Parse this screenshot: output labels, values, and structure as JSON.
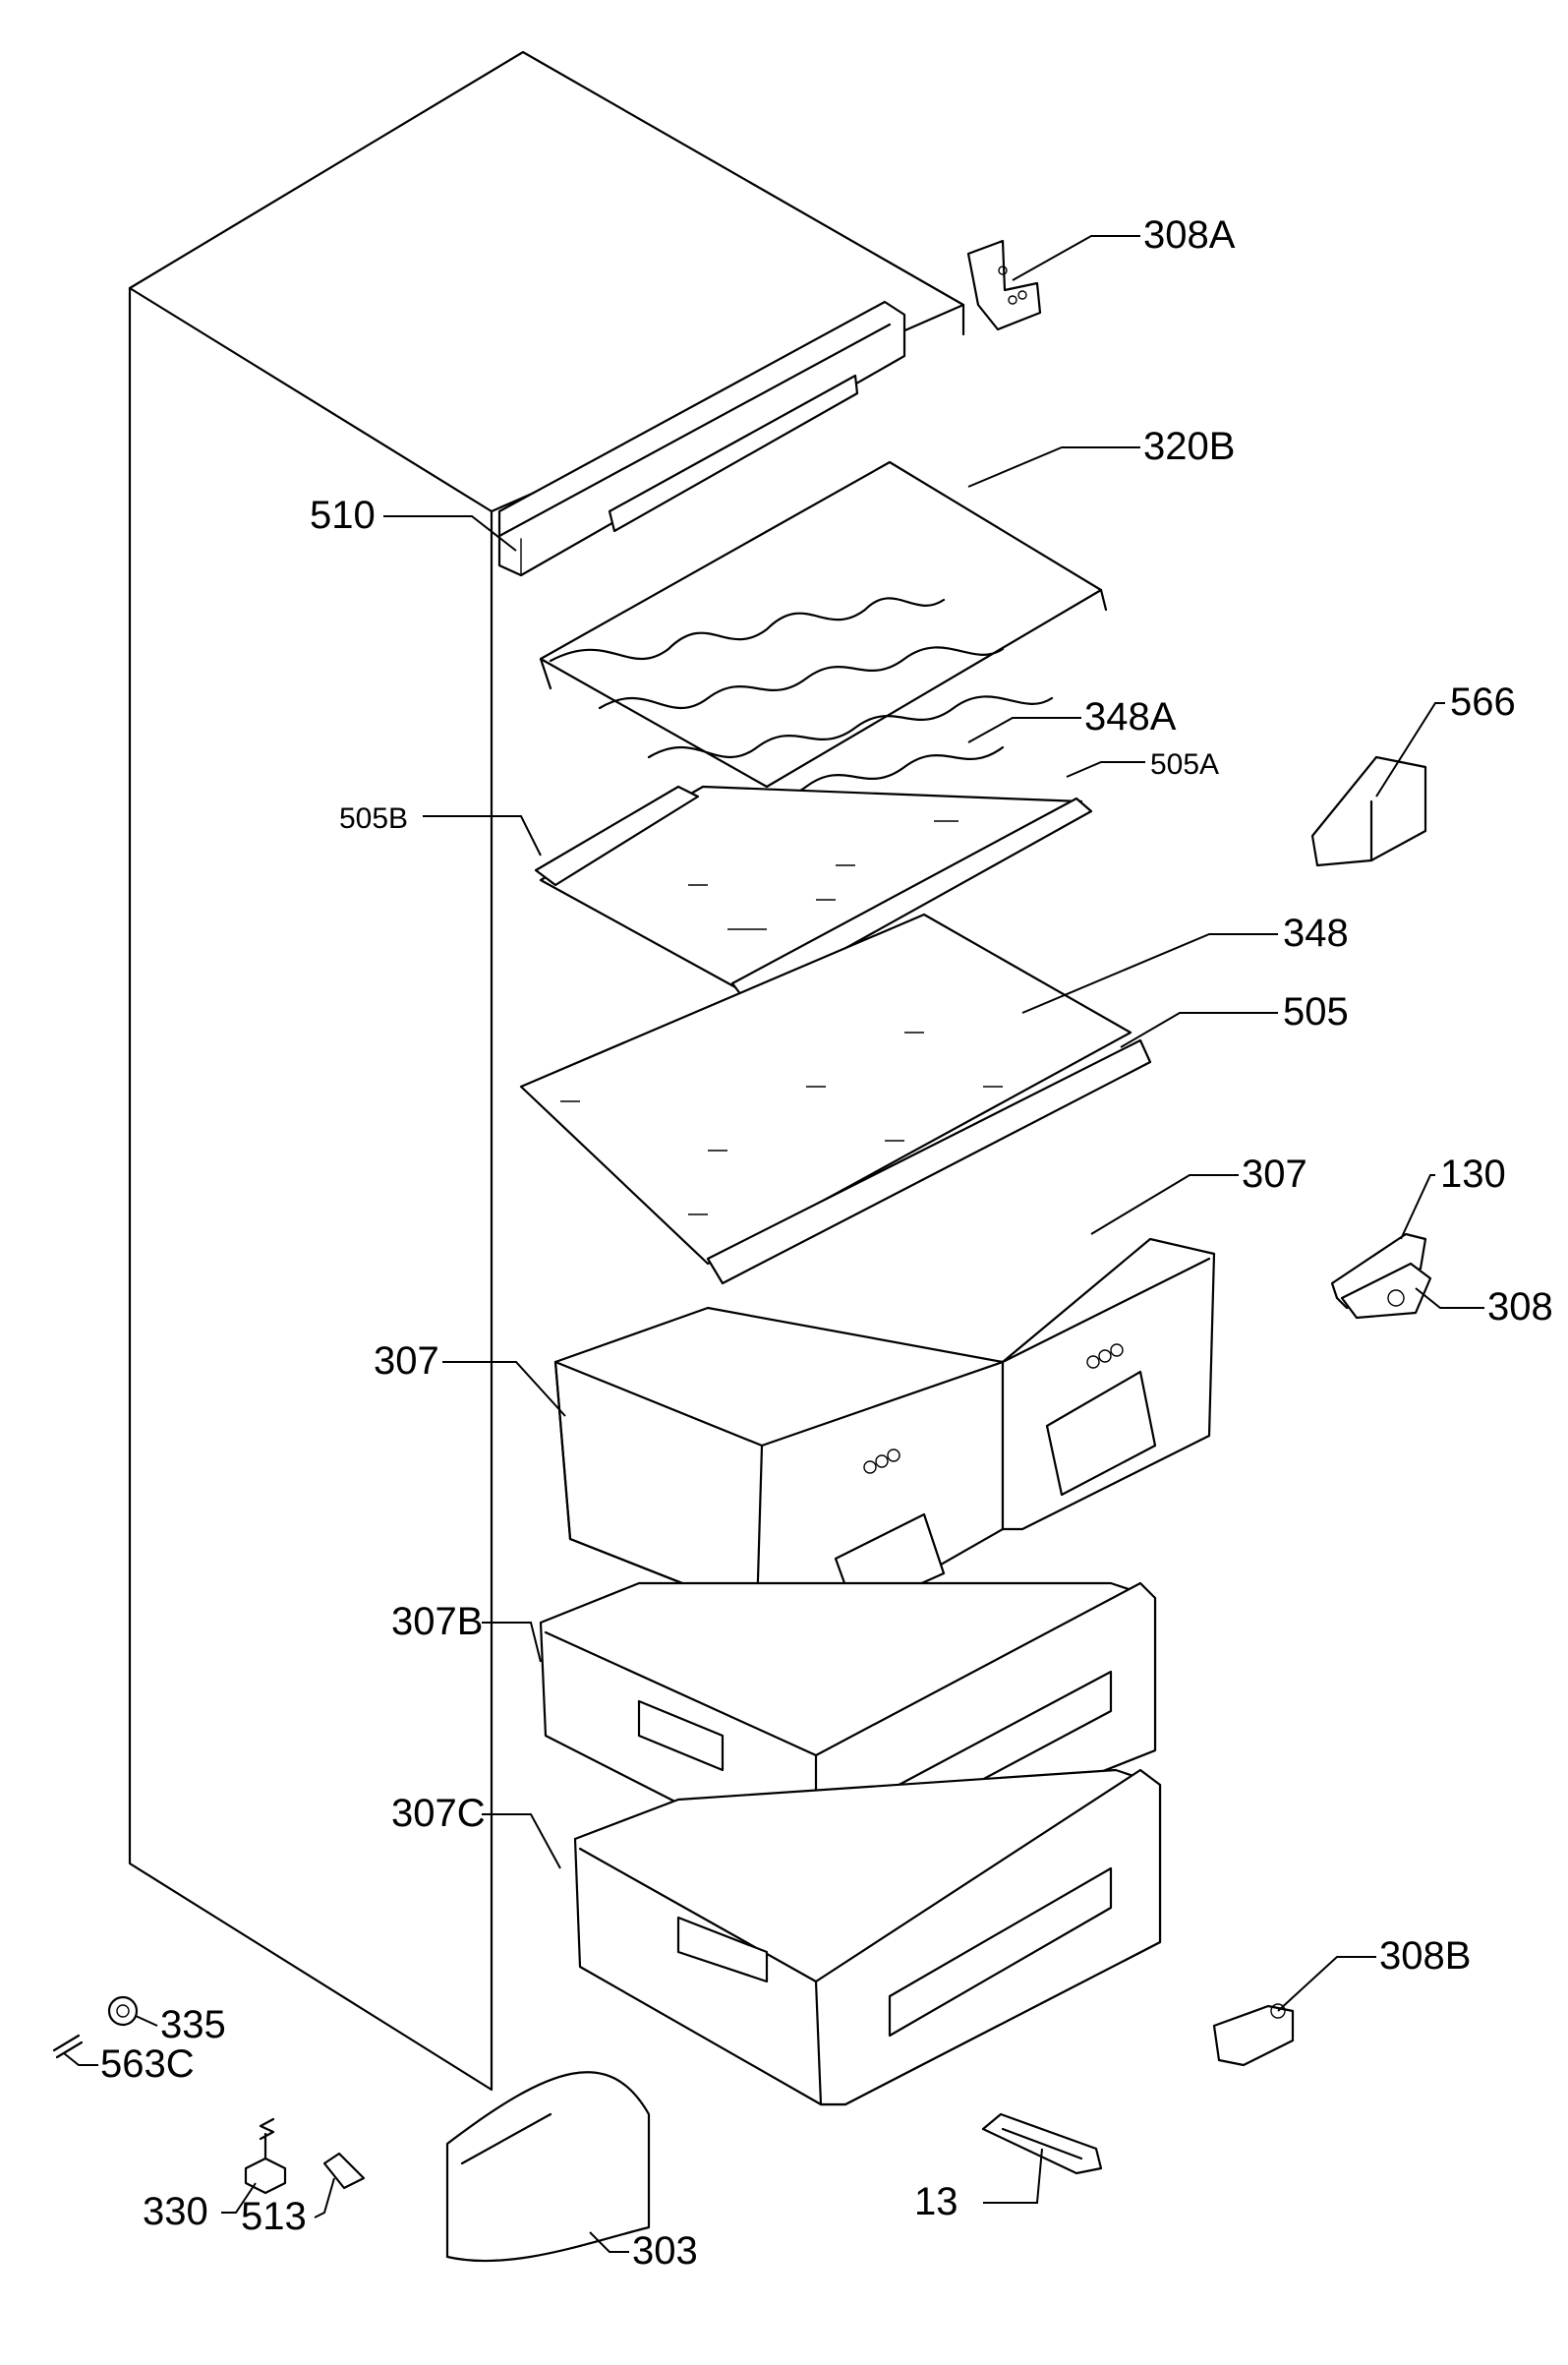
{
  "labels": {
    "l308A": "308",
    "l308A_suffix": "A",
    "l320B": "320",
    "l320B_suffix": "B",
    "l510": "510",
    "l566": "566",
    "l348A": "348",
    "l348A_suffix": "A",
    "l505A": "505A",
    "l505B": "505B",
    "l348": "348",
    "l505": "505",
    "l307_top": "307",
    "l130": "130",
    "l308": "308",
    "l307_left": "307",
    "l307B": "307",
    "l307B_suffix": "B",
    "l307C": "307",
    "l307C_suffix": "C",
    "l308B": "308",
    "l308B_suffix": "B",
    "l335": "335",
    "l563C": "563",
    "l563C_suffix": "C",
    "l330": "330",
    "l513": "513",
    "l13": "13",
    "l303": "303"
  }
}
